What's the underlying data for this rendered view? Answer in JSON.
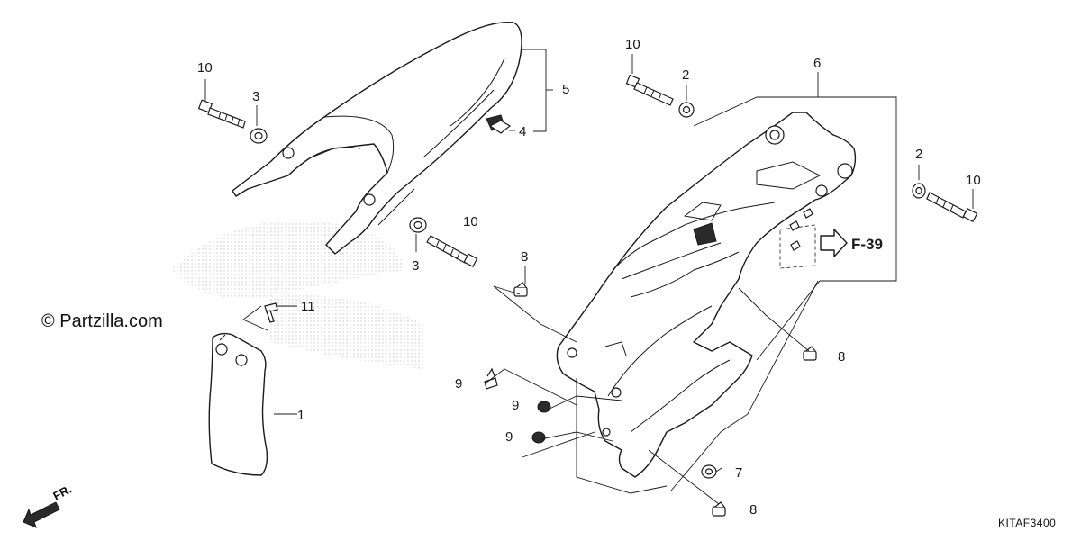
{
  "watermark": {
    "text": "© Partzilla.com"
  },
  "diagram_code": "KITAF3400",
  "direction_label": "FR.",
  "reference_label": "F-39",
  "callouts": {
    "c10a": "10",
    "c3a": "3",
    "c5": "5",
    "c4": "4",
    "c10b": "10",
    "c3b": "3",
    "c11": "11",
    "c1": "1",
    "c10c": "10",
    "c2a": "2",
    "c6": "6",
    "c2b": "2",
    "c10d": "10",
    "c8a": "8",
    "c8b": "8",
    "c9a": "9",
    "c9b": "9",
    "c9c": "9",
    "c7": "7",
    "c8c": "8"
  }
}
